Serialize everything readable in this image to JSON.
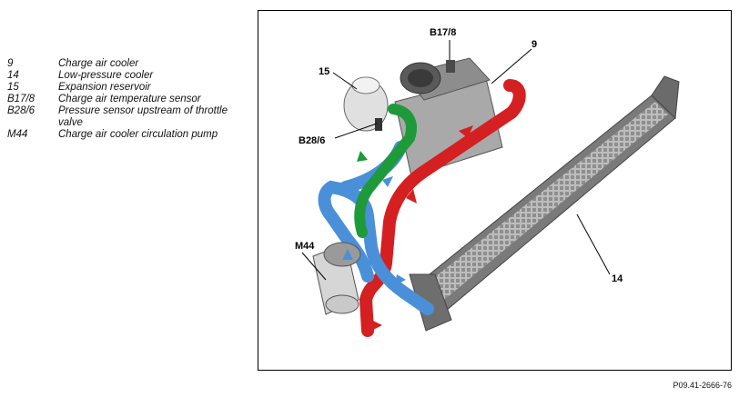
{
  "legend": [
    {
      "code": "9",
      "desc": "Charge air cooler"
    },
    {
      "code": "14",
      "desc": "Low-pressure cooler"
    },
    {
      "code": "15",
      "desc": "Expansion reservoir"
    },
    {
      "code": "B17/8",
      "desc": "Charge air temperature sensor"
    },
    {
      "code": "B28/6",
      "desc": "Pressure sensor upstream of throttle valve"
    },
    {
      "code": "M44",
      "desc": "Charge air cooler circulation pump"
    }
  ],
  "callouts": {
    "b17_8": "B17/8",
    "c9": "9",
    "c15": "15",
    "b28_6": "B28/6",
    "m44": "M44",
    "c14": "14"
  },
  "footer": {
    "ref": "P09.41-2666-76"
  },
  "colors": {
    "hot": "#d42020",
    "cold": "#4a90d9",
    "green": "#1e9a3a",
    "metal": "#9a9a9a"
  }
}
